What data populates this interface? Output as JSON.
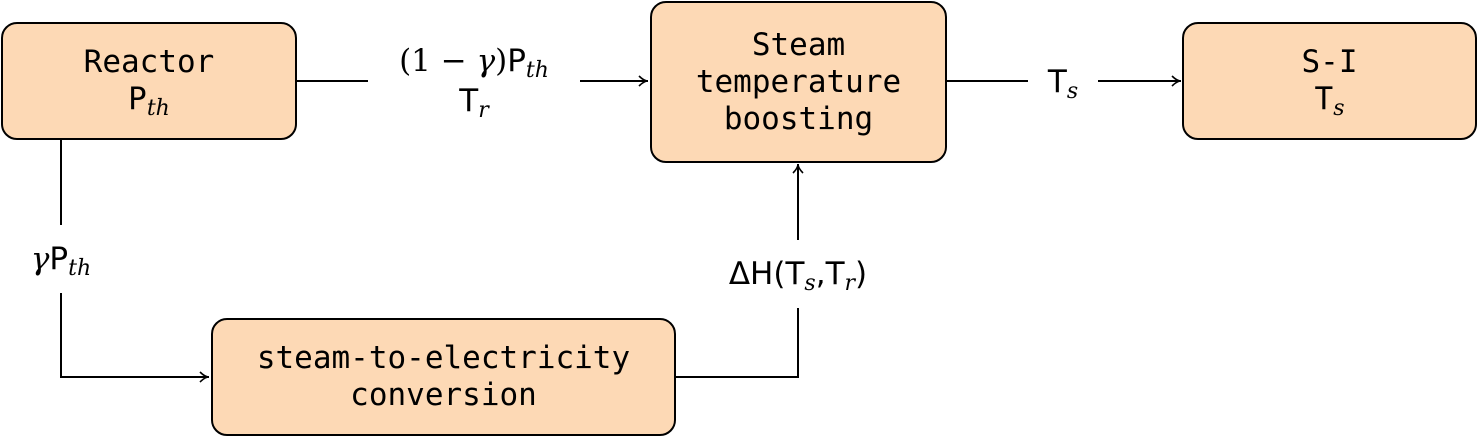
{
  "nodes": {
    "reactor": {
      "line1": "Reactor",
      "main": "P",
      "sub": "th"
    },
    "boost": {
      "line1": "Steam",
      "line2": "temperature",
      "line3": "boosting"
    },
    "si": {
      "line1": "S-I",
      "main": "T",
      "sub": "s"
    },
    "conversion": {
      "line1": "steam-to-electricity",
      "line2": "conversion"
    }
  },
  "labels": {
    "reactor_to_boost": {
      "prefix": "(1 − ",
      "greek": "γ",
      "suffix": ")",
      "main": "P",
      "sub": "th",
      "line2_main": "T",
      "line2_sub": "r"
    },
    "boost_to_si": {
      "main": "T",
      "sub": "s"
    },
    "reactor_to_conversion": {
      "greek": "γ",
      "main": "P",
      "sub": "th"
    },
    "conversion_to_boost": {
      "prefix": "ΔH(",
      "t1": "T",
      "s1": "s",
      "comma": ",",
      "t2": "T",
      "s2": "r",
      "close": ")"
    }
  }
}
